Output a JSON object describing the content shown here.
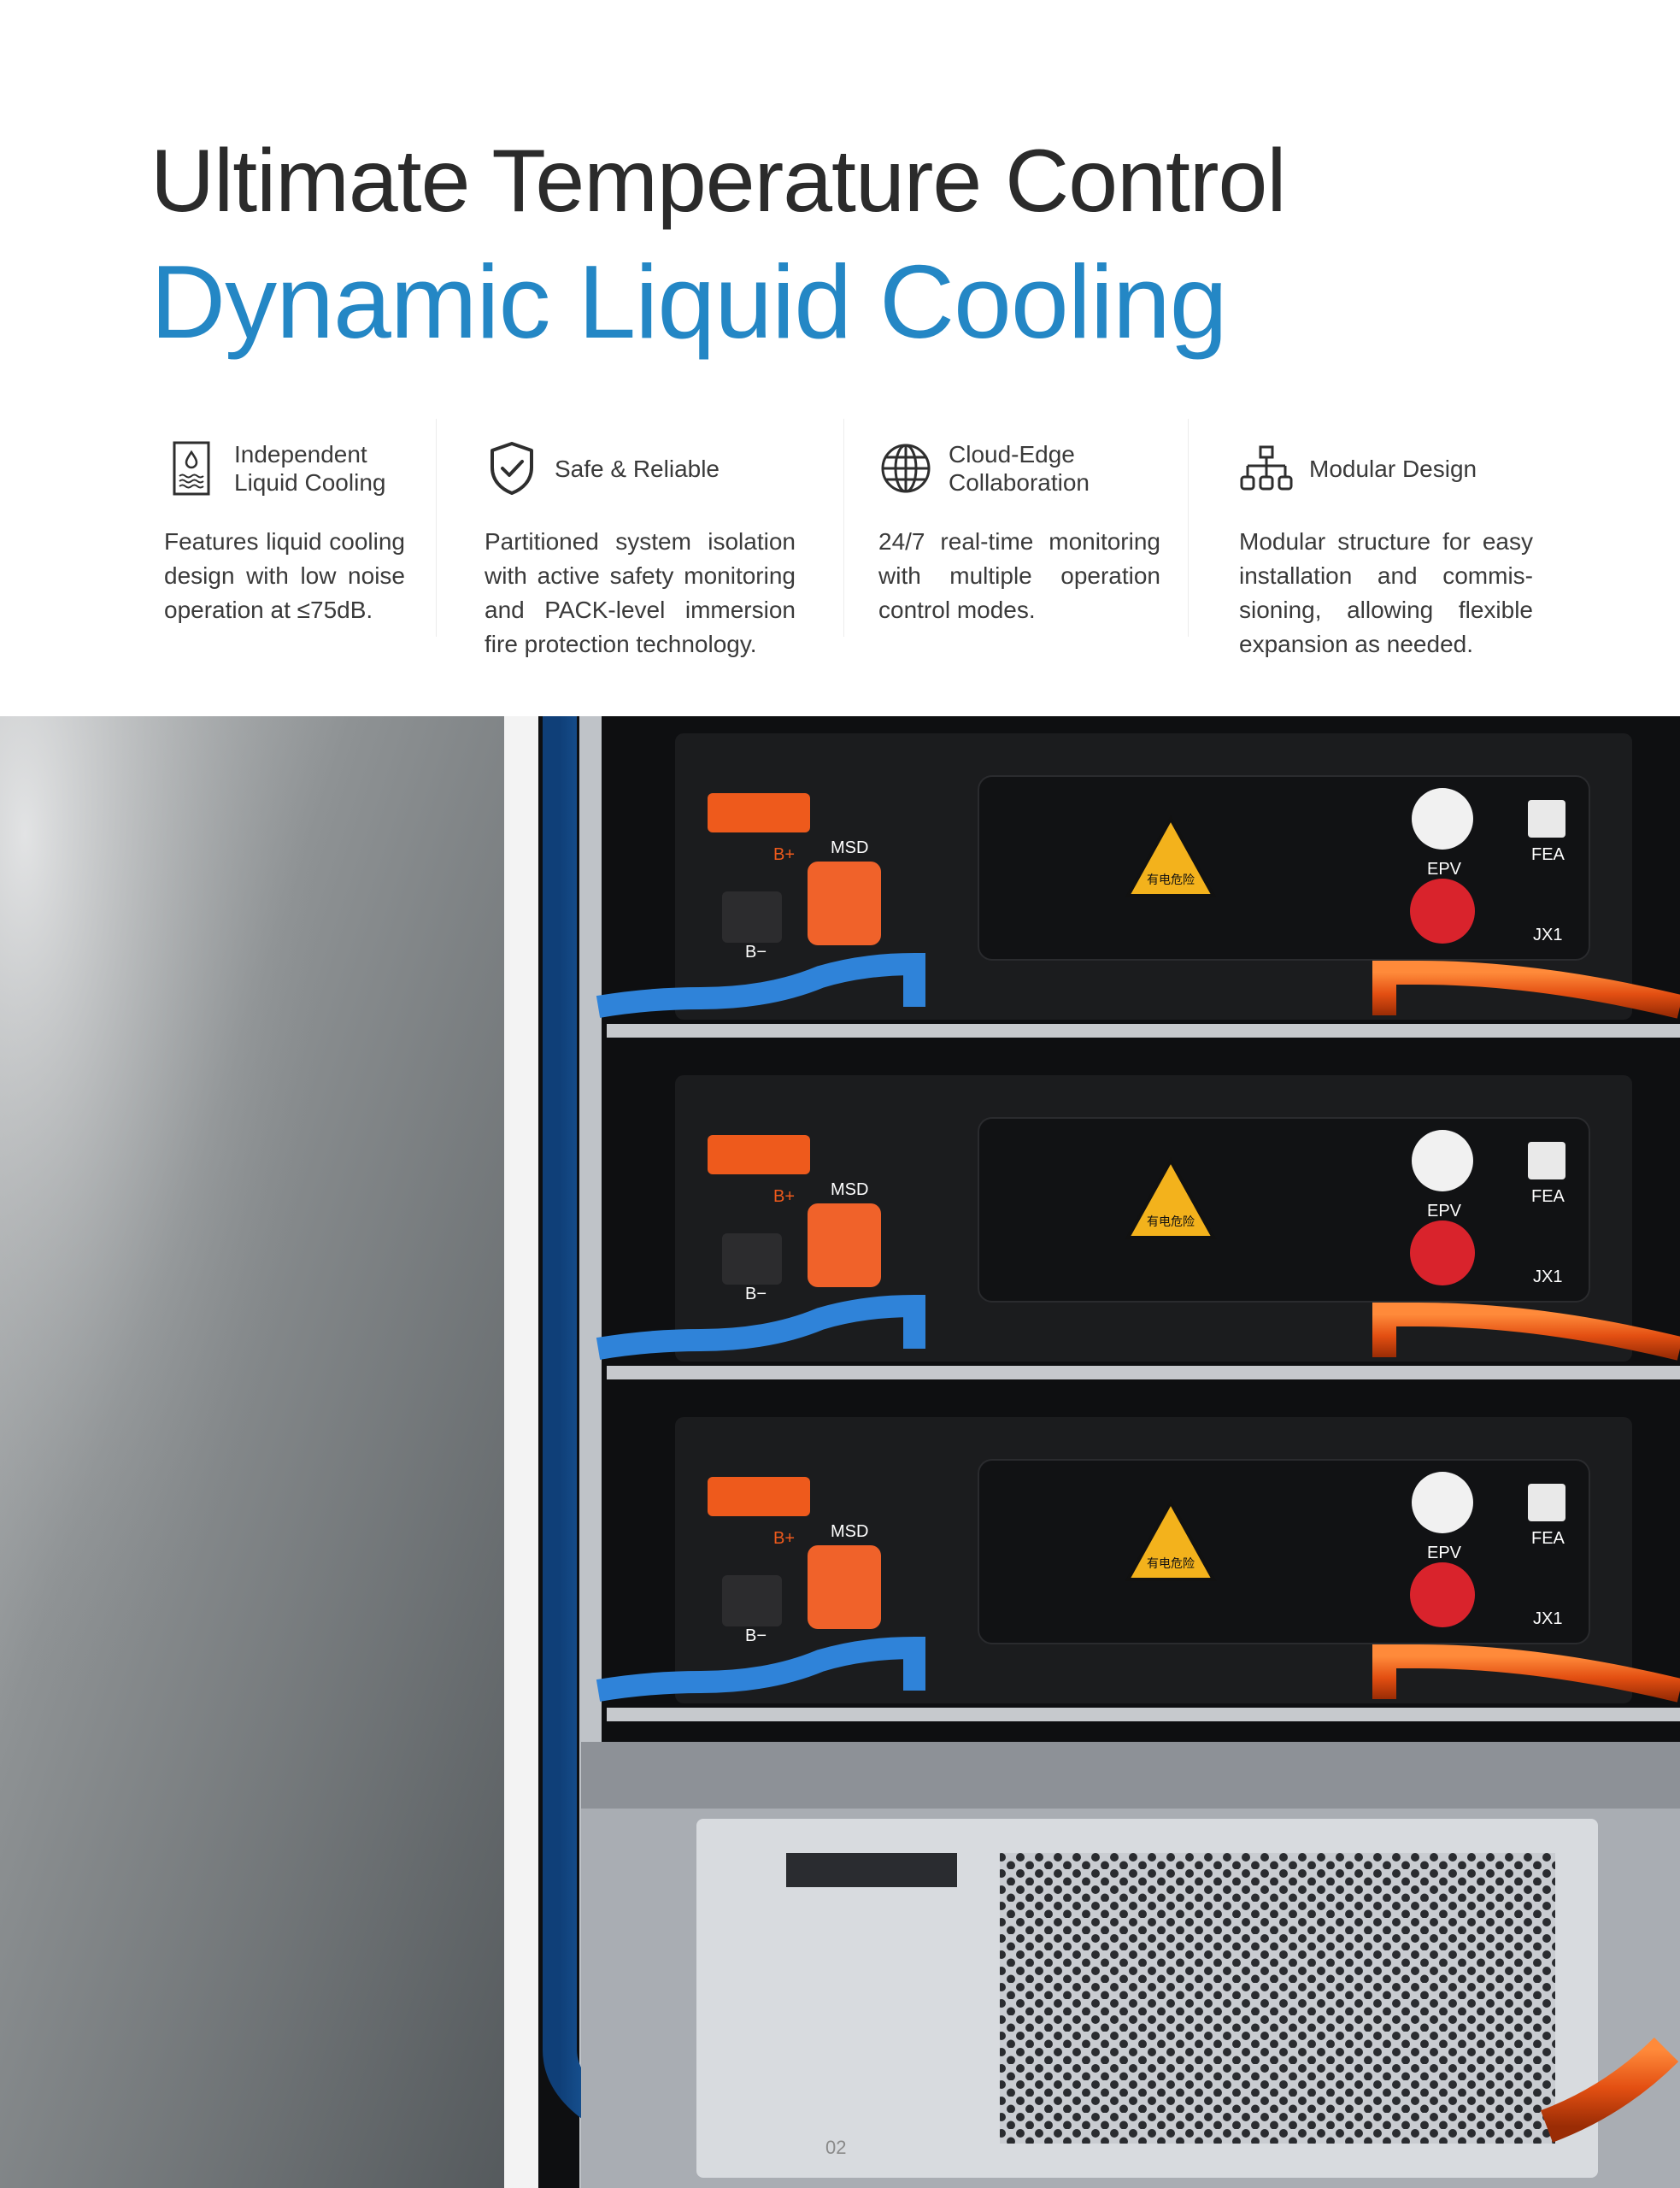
{
  "header": {
    "title_line1": "Ultimate Temperature Control",
    "title_line2": "Dynamic Liquid Cooling",
    "accent_color": "#2487c5"
  },
  "features": [
    {
      "icon": "liquid-cooling-icon",
      "title_lines": [
        "Independent",
        "Liquid Cooling"
      ],
      "description": "Features liquid cooling design with low noise operation at ≤75dB."
    },
    {
      "icon": "shield-check-icon",
      "title_lines": [
        "Safe & Reliable"
      ],
      "description": "Partitioned system isolation with active safety monitoring and PACK-level immersion fire protection technology."
    },
    {
      "icon": "globe-icon",
      "title_lines": [
        "Cloud-Edge",
        "Collaboration"
      ],
      "description": "24/7 real-time monitoring with multiple operation control modes."
    },
    {
      "icon": "network-hierarchy-icon",
      "title_lines": [
        "Modular Design"
      ],
      "description": "Modular structure for easy installation and commis- sioning, allowing flexible expansion as needed."
    }
  ],
  "photo": {
    "module_labels": {
      "positive": "B+",
      "negative": "B−",
      "msd": "MSD",
      "epv": "EPV",
      "fea": "FEA",
      "jx1": "JX1"
    },
    "warning_text": "有电危险"
  },
  "page_number": "02"
}
